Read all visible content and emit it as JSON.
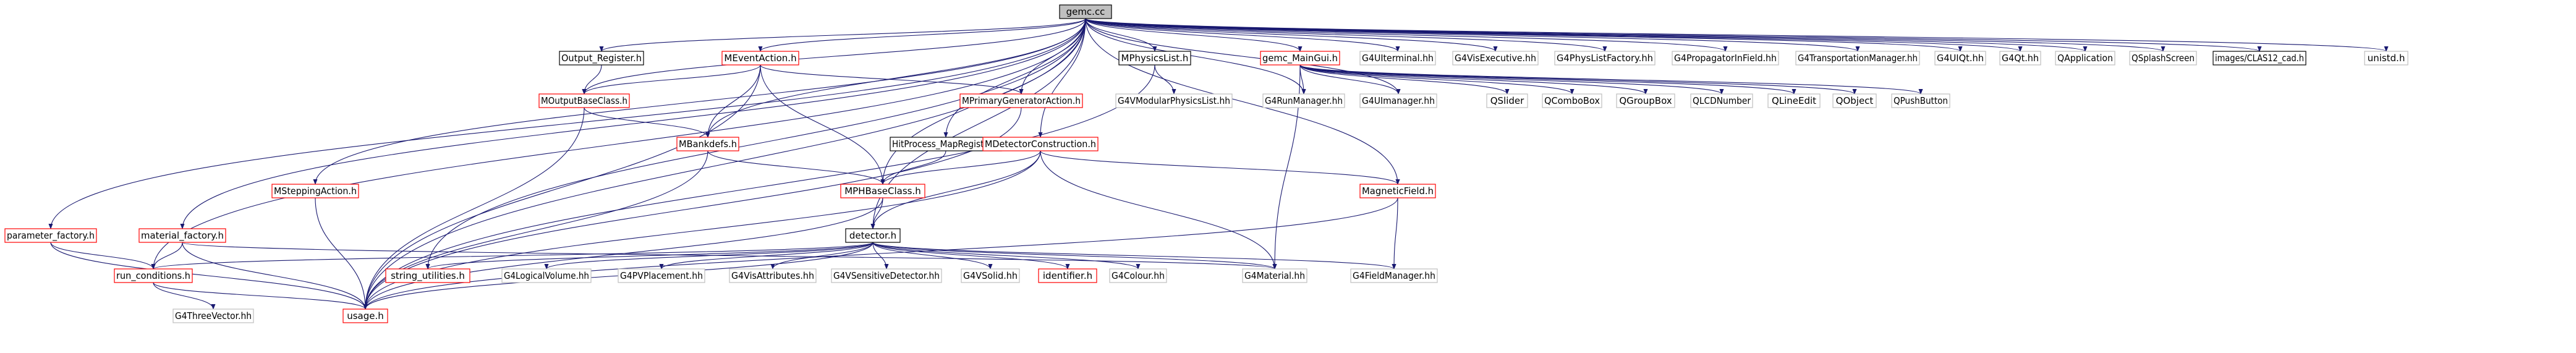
{
  "colors": {
    "edge": "#191970",
    "root_fill": "#bfbfbf",
    "red_border": "#ff0000",
    "black_border": "#000000",
    "grey_border": "#bfbfbf",
    "text": "#000000"
  },
  "nodes": [
    {
      "id": "gemc",
      "label": "gemc.cc",
      "style": "root"
    },
    {
      "id": "output_register",
      "label": "Output_Register.h",
      "style": "black"
    },
    {
      "id": "meventaction",
      "label": "MEventAction.h",
      "style": "red"
    },
    {
      "id": "mphysicslist",
      "label": "MPhysicsList.h",
      "style": "black"
    },
    {
      "id": "gemc_maingui",
      "label": "gemc_MainGui.h",
      "style": "red"
    },
    {
      "id": "g4uiterminal",
      "label": "G4UIterminal.hh",
      "style": "grey"
    },
    {
      "id": "g4visexecutive",
      "label": "G4VisExecutive.hh",
      "style": "grey"
    },
    {
      "id": "g4physlistfactory",
      "label": "G4PhysListFactory.hh",
      "style": "grey"
    },
    {
      "id": "g4propagator",
      "label": "G4PropagatorInField.hh",
      "style": "grey"
    },
    {
      "id": "g4transport",
      "label": "G4TransportationManager.hh",
      "style": "grey"
    },
    {
      "id": "g4uiqt",
      "label": "G4UIQt.hh",
      "style": "grey"
    },
    {
      "id": "g4qt",
      "label": "G4Qt.hh",
      "style": "grey"
    },
    {
      "id": "qapplication",
      "label": "QApplication",
      "style": "grey"
    },
    {
      "id": "qsplashscreen",
      "label": "QSplashScreen",
      "style": "grey"
    },
    {
      "id": "images_clas12",
      "label": "images/CLAS12_cad.h",
      "style": "black"
    },
    {
      "id": "unistd",
      "label": "unistd.h",
      "style": "grey"
    },
    {
      "id": "moutputbaseclass",
      "label": "MOutputBaseClass.h",
      "style": "red"
    },
    {
      "id": "mprimarygen",
      "label": "MPrimaryGeneratorAction.h",
      "style": "red"
    },
    {
      "id": "g4vmodular",
      "label": "G4VModularPhysicsList.hh",
      "style": "grey"
    },
    {
      "id": "g4runmanager",
      "label": "G4RunManager.hh",
      "style": "grey"
    },
    {
      "id": "g4uimanager",
      "label": "G4UImanager.hh",
      "style": "grey"
    },
    {
      "id": "qslider",
      "label": "QSlider",
      "style": "grey"
    },
    {
      "id": "qcombobox",
      "label": "QComboBox",
      "style": "grey"
    },
    {
      "id": "qgroupbox",
      "label": "QGroupBox",
      "style": "grey"
    },
    {
      "id": "qlcdnumber",
      "label": "QLCDNumber",
      "style": "grey"
    },
    {
      "id": "qlineedit",
      "label": "QLineEdit",
      "style": "grey"
    },
    {
      "id": "qobject",
      "label": "QObject",
      "style": "grey"
    },
    {
      "id": "qpushbutton",
      "label": "QPushButton",
      "style": "grey"
    },
    {
      "id": "mbankdefs",
      "label": "MBankdefs.h",
      "style": "red"
    },
    {
      "id": "hitprocess",
      "label": "HitProcess_MapRegister.h",
      "style": "black"
    },
    {
      "id": "mdetector",
      "label": "MDetectorConstruction.h",
      "style": "red"
    },
    {
      "id": "msteppingaction",
      "label": "MSteppingAction.h",
      "style": "red"
    },
    {
      "id": "mphbaseclass",
      "label": "MPHBaseClass.h",
      "style": "red"
    },
    {
      "id": "magneticfield",
      "label": "MagneticField.h",
      "style": "red"
    },
    {
      "id": "parameter_factory",
      "label": "parameter_factory.h",
      "style": "red"
    },
    {
      "id": "material_factory",
      "label": "material_factory.h",
      "style": "red"
    },
    {
      "id": "detector",
      "label": "detector.h",
      "style": "black"
    },
    {
      "id": "run_conditions",
      "label": "run_conditions.h",
      "style": "red"
    },
    {
      "id": "string_utilities",
      "label": "string_utilities.h",
      "style": "red"
    },
    {
      "id": "g4logicalvolume",
      "label": "G4LogicalVolume.hh",
      "style": "grey"
    },
    {
      "id": "g4pvplacement",
      "label": "G4PVPlacement.hh",
      "style": "grey"
    },
    {
      "id": "g4visattributes",
      "label": "G4VisAttributes.hh",
      "style": "grey"
    },
    {
      "id": "g4vsensitive",
      "label": "G4VSensitiveDetector.hh",
      "style": "grey"
    },
    {
      "id": "g4vsolid",
      "label": "G4VSolid.hh",
      "style": "grey"
    },
    {
      "id": "identifier",
      "label": "identifier.h",
      "style": "red"
    },
    {
      "id": "g4colour",
      "label": "G4Colour.hh",
      "style": "grey"
    },
    {
      "id": "g4material",
      "label": "G4Material.hh",
      "style": "grey"
    },
    {
      "id": "g4fieldmanager",
      "label": "G4FieldManager.hh",
      "style": "grey"
    },
    {
      "id": "g4threevector",
      "label": "G4ThreeVector.hh",
      "style": "grey"
    },
    {
      "id": "usage",
      "label": "usage.h",
      "style": "red"
    }
  ],
  "edges": [
    [
      "gemc",
      "output_register"
    ],
    [
      "gemc",
      "meventaction"
    ],
    [
      "gemc",
      "mphysicslist"
    ],
    [
      "gemc",
      "gemc_maingui"
    ],
    [
      "gemc",
      "g4uiterminal"
    ],
    [
      "gemc",
      "g4visexecutive"
    ],
    [
      "gemc",
      "g4physlistfactory"
    ],
    [
      "gemc",
      "g4propagator"
    ],
    [
      "gemc",
      "g4transport"
    ],
    [
      "gemc",
      "g4uiqt"
    ],
    [
      "gemc",
      "g4qt"
    ],
    [
      "gemc",
      "qapplication"
    ],
    [
      "gemc",
      "qsplashscreen"
    ],
    [
      "gemc",
      "images_clas12"
    ],
    [
      "gemc",
      "unistd"
    ],
    [
      "gemc",
      "moutputbaseclass"
    ],
    [
      "gemc",
      "mprimarygen"
    ],
    [
      "gemc",
      "g4runmanager"
    ],
    [
      "gemc",
      "g4uimanager"
    ],
    [
      "gemc",
      "mbankdefs"
    ],
    [
      "gemc",
      "hitprocess"
    ],
    [
      "gemc",
      "mdetector"
    ],
    [
      "gemc",
      "msteppingaction"
    ],
    [
      "gemc",
      "mphbaseclass"
    ],
    [
      "gemc",
      "magneticfield"
    ],
    [
      "gemc",
      "parameter_factory"
    ],
    [
      "gemc",
      "material_factory"
    ],
    [
      "gemc",
      "detector"
    ],
    [
      "gemc",
      "run_conditions"
    ],
    [
      "gemc",
      "string_utilities"
    ],
    [
      "gemc",
      "usage"
    ],
    [
      "output_register",
      "moutputbaseclass"
    ],
    [
      "meventaction",
      "moutputbaseclass"
    ],
    [
      "meventaction",
      "mprimarygen"
    ],
    [
      "meventaction",
      "mbankdefs"
    ],
    [
      "meventaction",
      "mphbaseclass"
    ],
    [
      "meventaction",
      "usage"
    ],
    [
      "mphysicslist",
      "g4vmodular"
    ],
    [
      "mphysicslist",
      "usage"
    ],
    [
      "gemc_maingui",
      "g4runmanager"
    ],
    [
      "gemc_maingui",
      "g4uimanager"
    ],
    [
      "gemc_maingui",
      "qslider"
    ],
    [
      "gemc_maingui",
      "qcombobox"
    ],
    [
      "gemc_maingui",
      "qgroupbox"
    ],
    [
      "gemc_maingui",
      "qlcdnumber"
    ],
    [
      "gemc_maingui",
      "qlineedit"
    ],
    [
      "gemc_maingui",
      "qobject"
    ],
    [
      "gemc_maingui",
      "qpushbutton"
    ],
    [
      "gemc_maingui",
      "g4material"
    ],
    [
      "moutputbaseclass",
      "mbankdefs"
    ],
    [
      "moutputbaseclass",
      "usage"
    ],
    [
      "mprimarygen",
      "usage"
    ],
    [
      "mbankdefs",
      "mphbaseclass"
    ],
    [
      "mbankdefs",
      "usage"
    ],
    [
      "hitprocess",
      "mphbaseclass"
    ],
    [
      "mdetector",
      "mphbaseclass"
    ],
    [
      "mdetector",
      "magneticfield"
    ],
    [
      "mdetector",
      "detector"
    ],
    [
      "mdetector",
      "g4material"
    ],
    [
      "mdetector",
      "usage"
    ],
    [
      "msteppingaction",
      "usage"
    ],
    [
      "mphbaseclass",
      "detector"
    ],
    [
      "mphbaseclass",
      "usage"
    ],
    [
      "magneticfield",
      "g4fieldmanager"
    ],
    [
      "magneticfield",
      "usage"
    ],
    [
      "parameter_factory",
      "run_conditions"
    ],
    [
      "parameter_factory",
      "usage"
    ],
    [
      "material_factory",
      "run_conditions"
    ],
    [
      "material_factory",
      "g4material"
    ],
    [
      "material_factory",
      "usage"
    ],
    [
      "detector",
      "run_conditions"
    ],
    [
      "detector",
      "string_utilities"
    ],
    [
      "detector",
      "g4logicalvolume"
    ],
    [
      "detector",
      "g4pvplacement"
    ],
    [
      "detector",
      "g4visattributes"
    ],
    [
      "detector",
      "g4vsensitive"
    ],
    [
      "detector",
      "g4vsolid"
    ],
    [
      "detector",
      "identifier"
    ],
    [
      "detector",
      "g4colour"
    ],
    [
      "detector",
      "g4material"
    ],
    [
      "detector",
      "g4fieldmanager"
    ],
    [
      "detector",
      "usage"
    ],
    [
      "run_conditions",
      "g4threevector"
    ],
    [
      "run_conditions",
      "usage"
    ]
  ]
}
